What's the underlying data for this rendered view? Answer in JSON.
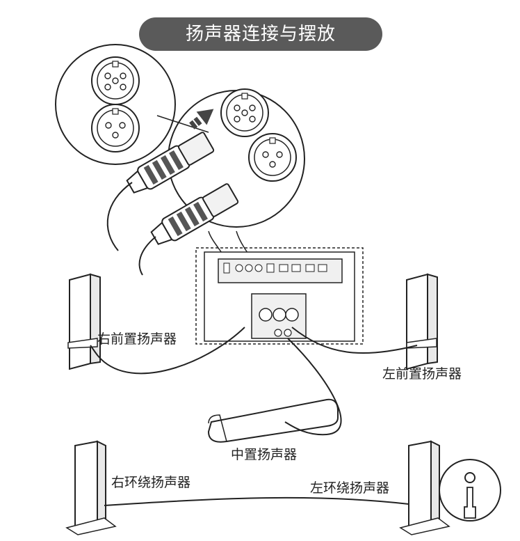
{
  "title": "扬声器连接与摆放",
  "labels": {
    "front_right": "右前置扬声器",
    "front_left": "左前置扬声器",
    "center": "中置扬声器",
    "surround_right": "右环绕扬声器",
    "surround_left": "左环绕扬声器"
  },
  "colors": {
    "title_bg": "#5a5a5a",
    "title_text": "#ffffff",
    "line": "#222222",
    "label_text": "#222222"
  }
}
